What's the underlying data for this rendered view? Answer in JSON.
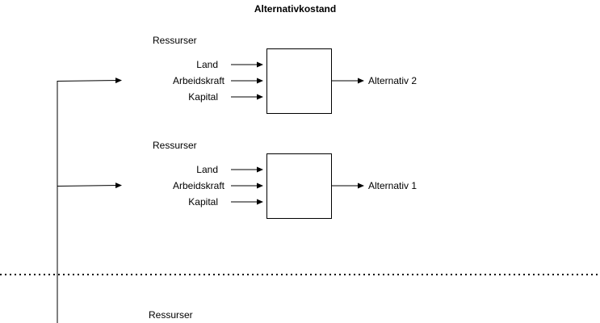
{
  "title": "Alternativkostand",
  "blocks": [
    {
      "resources_label": "Ressurser",
      "inputs": [
        "Land",
        "Arbeidskraft",
        "Kapital"
      ],
      "output_label": "Alternativ 2"
    },
    {
      "resources_label": "Ressurser",
      "inputs": [
        "Land",
        "Arbeidskraft",
        "Kapital"
      ],
      "output_label": "Alternativ 1"
    }
  ],
  "lower_section": {
    "resources_label": "Ressurser"
  },
  "colors": {
    "stroke": "#000000",
    "background": "#ffffff"
  }
}
